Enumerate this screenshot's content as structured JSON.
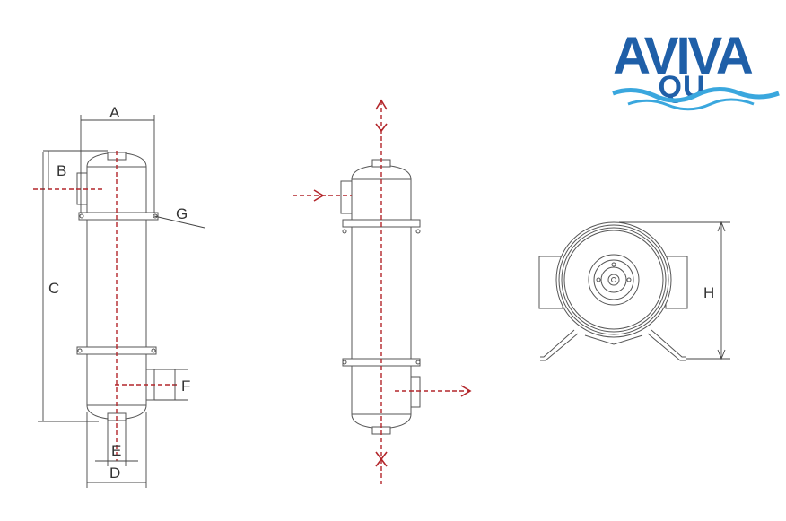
{
  "logo": {
    "line1": "AVIVA",
    "line2": "QU",
    "brand_color": "#1f5fa8",
    "wave_color": "#3aa7de"
  },
  "dimension_labels": {
    "A": "A",
    "B": "B",
    "C": "C",
    "D": "D",
    "E": "E",
    "F": "F",
    "G": "G",
    "H": "H"
  },
  "colors": {
    "flow_arrow": "#b3262b",
    "outline": "#555555"
  },
  "icons": {
    "flow": "dashed-flow-arrow-icon"
  }
}
